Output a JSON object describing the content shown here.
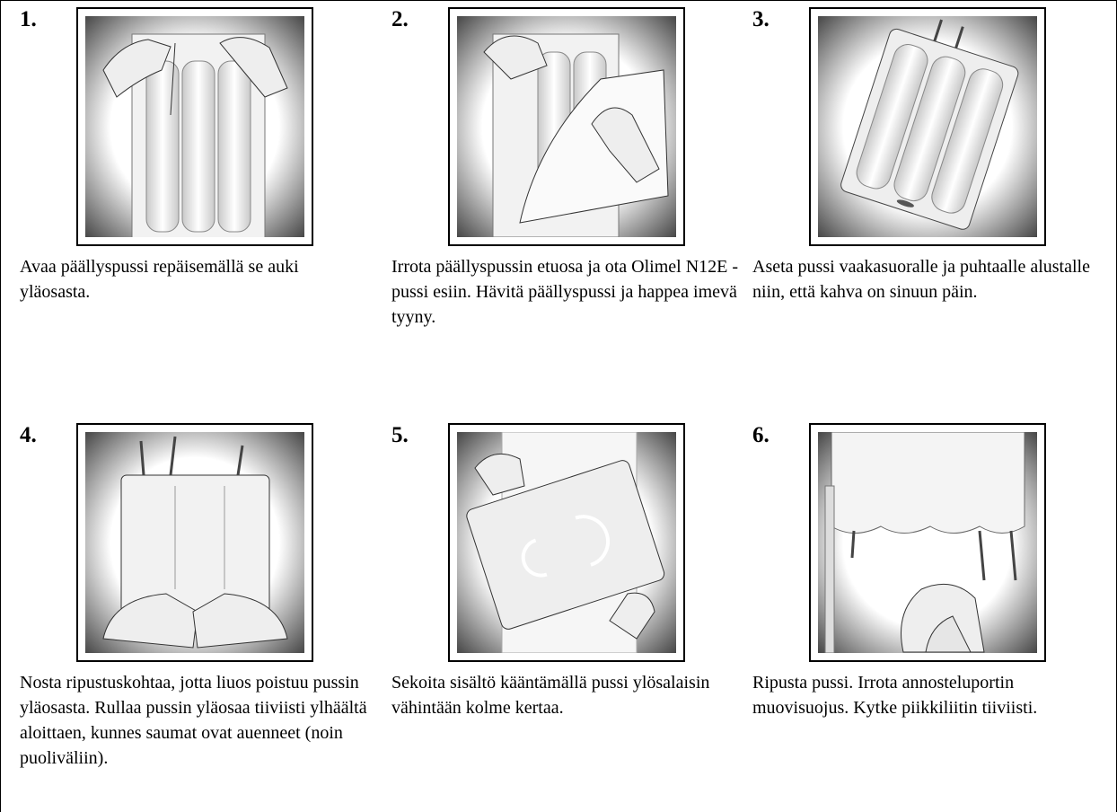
{
  "steps": [
    {
      "number": "1.",
      "caption": "Avaa päällyspussi repäisemällä  se auki yläosasta.",
      "illustration": "opening-overwrap-illustration"
    },
    {
      "number": "2.",
      "caption": "Irrota päällyspussin etuosa ja ota Olimel  N12E  -pussi esiin. Hävitä päällyspussi ja happea imevä tyyny.",
      "illustration": "removing-overwrap-illustration"
    },
    {
      "number": "3.",
      "caption": "Aseta pussi vaakasuoralle ja puhtaalle alustalle niin, että kahva on sinuun päin.",
      "illustration": "bag-on-surface-illustration"
    },
    {
      "number": "4.",
      "caption": "Nosta ripustuskohtaa, jotta liuos poistuu pussin yläosasta. Rullaa pussin yläosaa tiiviisti ylhäältä aloittaen, kunnes saumat ovat auenneet (noin puoliväliin).",
      "illustration": "rolling-bag-illustration"
    },
    {
      "number": "5.",
      "caption": "Sekoita sisältö kääntämällä  pussi ylösalaisin vähintään  kolme  kertaa.",
      "illustration": "mixing-bag-illustration"
    },
    {
      "number": "6.",
      "caption": "Ripusta pussi. Irrota annosteluportin muovisuojus. Kytke piikkiliitin  tiiviisti.",
      "illustration": "hanging-bag-illustration"
    }
  ]
}
